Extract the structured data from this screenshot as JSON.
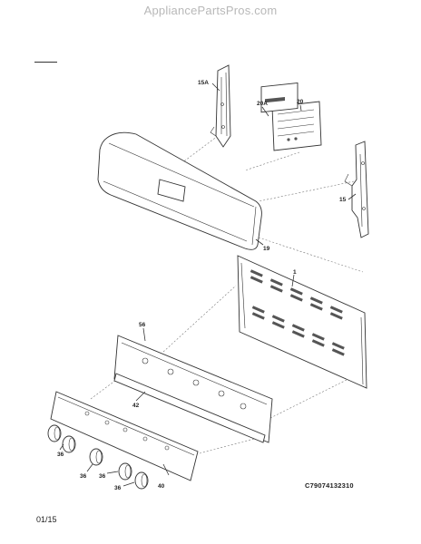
{
  "watermark": "AppliancePartsPros.com",
  "diagram_code": "C79074132310",
  "page_date": "01/15",
  "part_labels": {
    "p15a": "15A",
    "p20a": "20A",
    "p20": "20",
    "p15": "15",
    "p19": "19",
    "p1": "1",
    "p56": "56",
    "p42": "42",
    "p36": "36",
    "p40": "40"
  }
}
